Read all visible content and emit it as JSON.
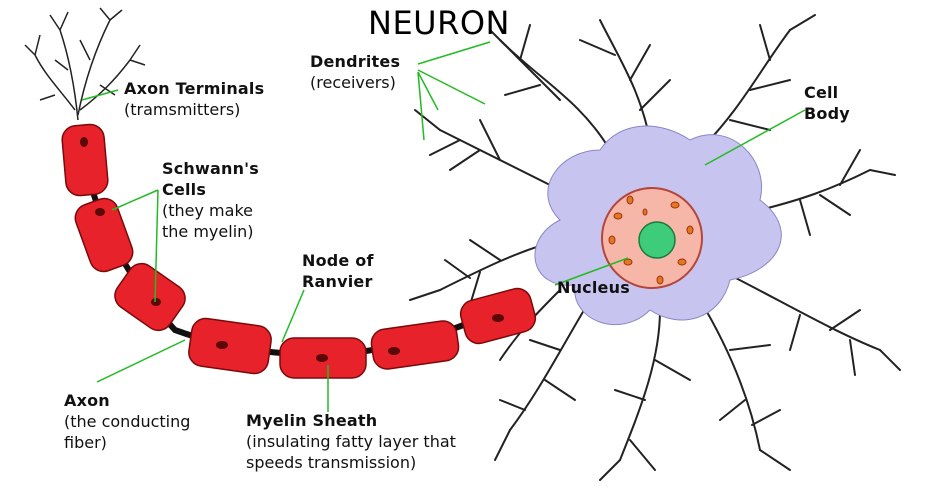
{
  "title": "NEURON",
  "labels": {
    "axon_terminals": {
      "name": "Axon Terminals",
      "note": "(tramsmitters)"
    },
    "dendrites": {
      "name": "Dendrites",
      "note": "(receivers)"
    },
    "cell_body": {
      "line1": "Cell",
      "line2": "Body"
    },
    "schwanns_cells": {
      "line1": "Schwann's",
      "line2": "Cells",
      "note1": "(they make",
      "note2": "the myelin)"
    },
    "node_of_ranvier": {
      "line1": "Node of",
      "line2": "Ranvier"
    },
    "nucleus": {
      "name": "Nucleus"
    },
    "axon": {
      "name": "Axon",
      "note1": "(the conducting",
      "note2": "fiber)"
    },
    "myelin_sheath": {
      "name": "Myelin Sheath",
      "note1": "(insulating fatty layer that",
      "note2": "speeds transmission)"
    }
  },
  "colors": {
    "myelin": "#e8222a",
    "cell_body": "#c8c4f0",
    "nucleus_outer": "#f7b7a8",
    "nucleolus": "#3ecb7a",
    "leader_line": "#22bb22"
  }
}
